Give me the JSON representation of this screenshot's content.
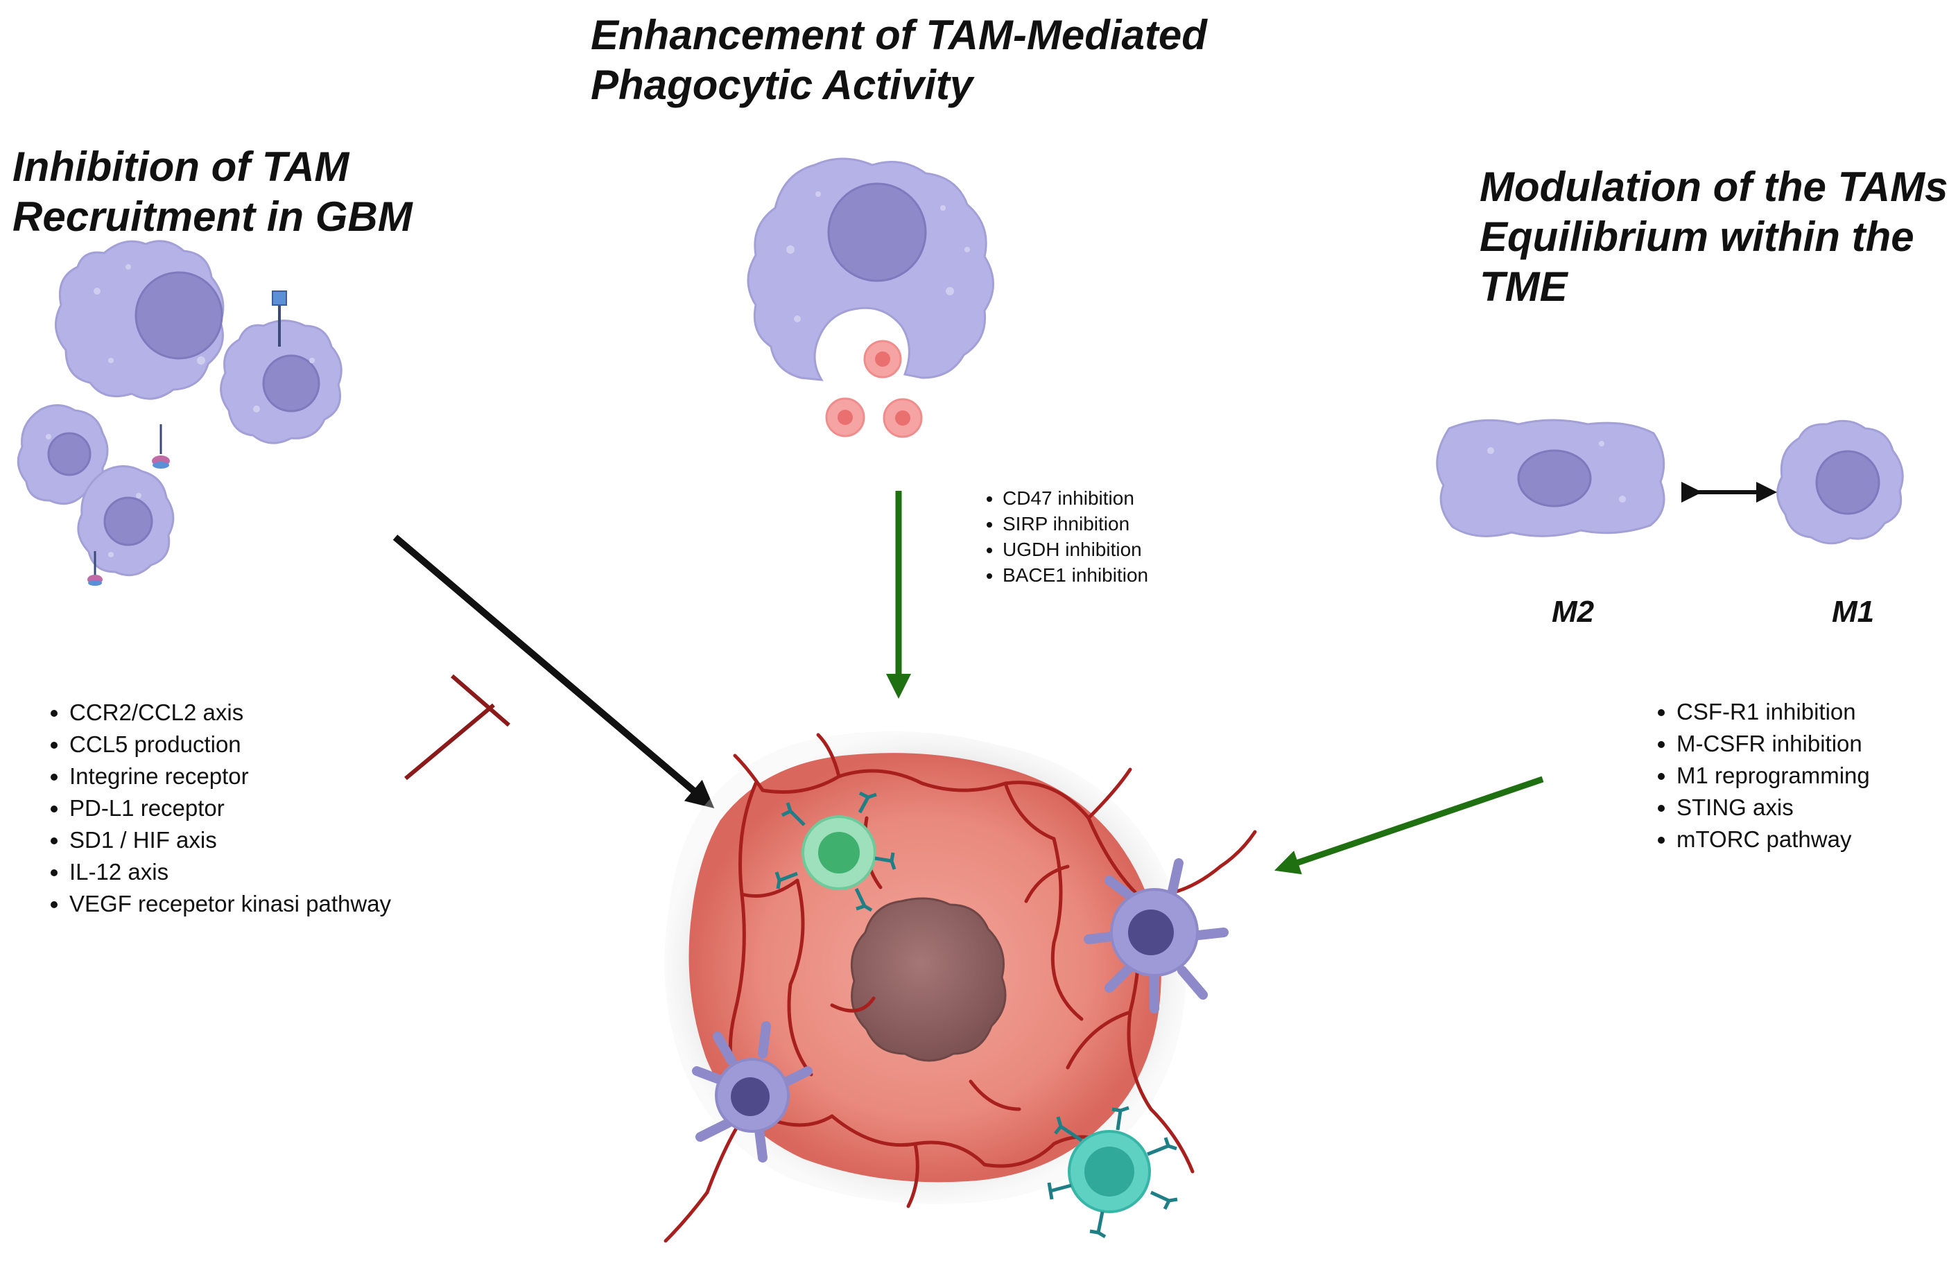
{
  "sections": {
    "recruitment": {
      "title_lines": [
        "Inhibition of TAM",
        "Recruitment in GBM"
      ],
      "items": [
        "CCR2/CCL2 axis",
        "CCL5 production",
        "Integrine receptor",
        "PD-L1 receptor",
        "SD1 / HIF axis",
        "IL-12 axis",
        "VEGF recepetor kinasi pathway"
      ]
    },
    "phagocytic": {
      "title_lines": [
        "Enhancement of TAM-Mediated",
        "Phagocytic Activity"
      ],
      "items": [
        "CD47 inhibition",
        "SIRP ihnibition",
        "UGDH inhibition",
        "BACE1 inhibition"
      ]
    },
    "equilibrium": {
      "title_lines": [
        "Modulation of the TAMs",
        "Equilibrium within the",
        "TME"
      ],
      "items": [
        "CSF-R1 inhibition",
        "M-CSFR inhibition",
        "M1 reprogramming",
        "STING axis",
        "mTORC pathway"
      ],
      "m2_label": "M2",
      "m1_label": "M1"
    }
  },
  "colors": {
    "macrophage": "#b4b2e6",
    "macrophage_nucleus": "#8e89c9",
    "tumor": "#e8857a",
    "tumor_core": "#8f6161",
    "vessel": "#a8201e",
    "green_arrow": "#1f7010",
    "black_arrow": "#111111",
    "inhibit_bar": "#8b1a1a",
    "t_cell_green": "#7ed3a4",
    "t_cell_teal": "#3dbfb0",
    "antibody": "#1f7f86",
    "target_cell": "#f08080"
  }
}
